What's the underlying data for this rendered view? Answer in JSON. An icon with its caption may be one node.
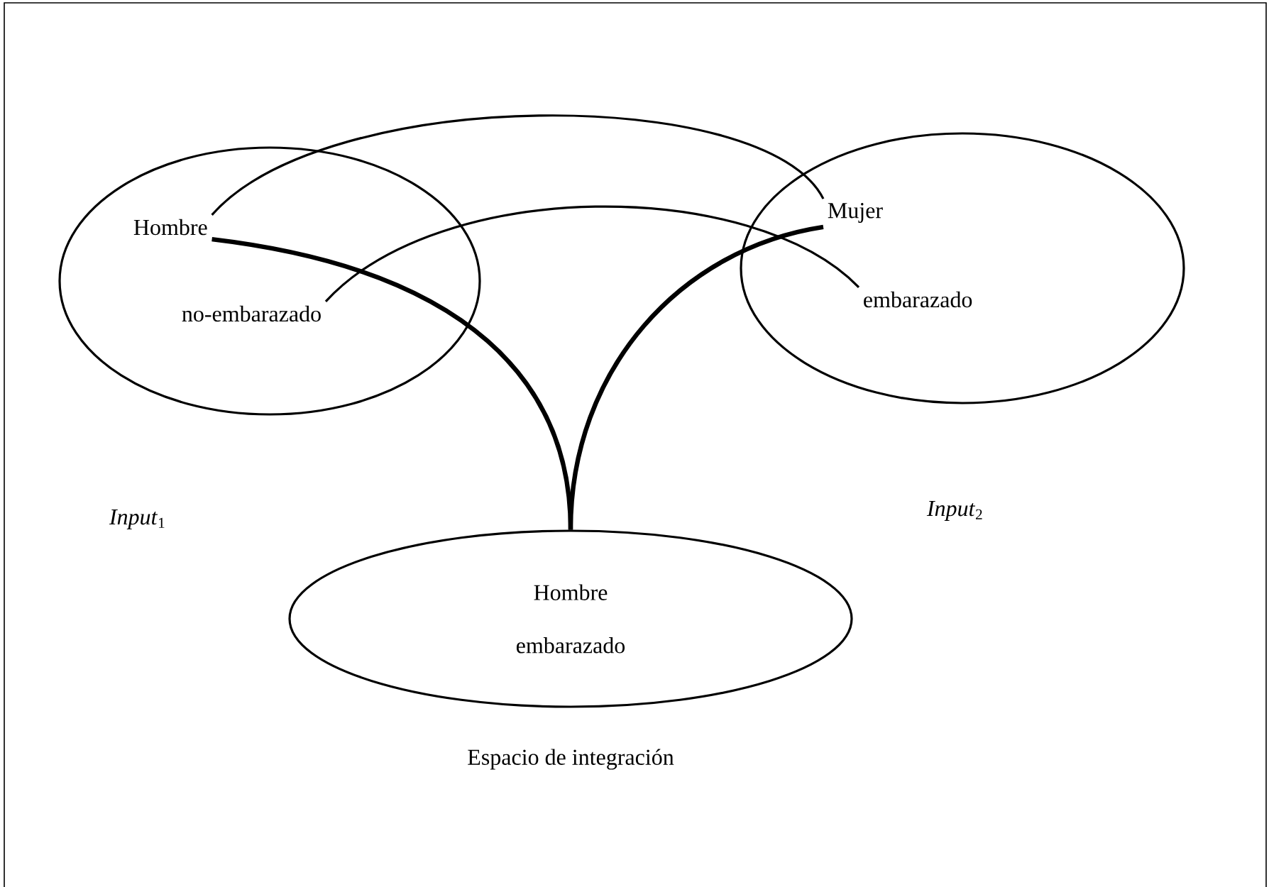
{
  "diagram": {
    "nodes": [
      {
        "text": [],
        "shape": "ellipse"
      },
      {
        "text": [
          "Hombre"
        ],
        "in": 0
      },
      {
        "text": [
          "no-embarazado"
        ],
        "in": 0
      },
      {
        "text": [],
        "shape": "ellipse"
      },
      {
        "text": [
          "Mujer"
        ],
        "in": 3
      },
      {
        "text": [
          "embarazado"
        ],
        "in": 3
      },
      {
        "text": [
          "Hombre embarazado"
        ],
        "beside": [
          "Espacio de integración"
        ]
      }
    ],
    "edges": [
      {
        "from": 1,
        "to": 4,
        "arrow": "none"
      },
      {
        "from": 2,
        "to": 5,
        "arrow": "none"
      },
      {
        "from": 1,
        "to": 6,
        "arrow": "none",
        "style": "thick"
      },
      {
        "from": 4,
        "to": 6,
        "arrow": "none",
        "style": "thick"
      }
    ],
    "labels": [
      "*Input*$_{1}$",
      "*Input*$_{2}$"
    ]
  }
}
